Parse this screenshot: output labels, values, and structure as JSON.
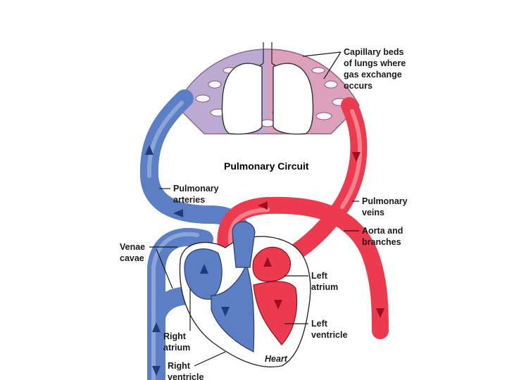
{
  "labels": {
    "capillary_beds": [
      "Capillary beds",
      "of lungs where",
      "gas exchange",
      "occurs"
    ],
    "pulmonary_circuit": "Pulmonary Circuit",
    "pulmonary_arteries": [
      "Pulmonary",
      "arteries"
    ],
    "pulmonary_veins": [
      "Pulmonary",
      "veins"
    ],
    "aorta": [
      "Aorta and",
      "branches"
    ],
    "venae_cavae": [
      "Venae",
      "cavae"
    ],
    "left_atrium": [
      "Left",
      "atrium"
    ],
    "left_ventricle": [
      "Left",
      "ventricle"
    ],
    "right_atrium": [
      "Right",
      "atrium"
    ],
    "right_ventricle": [
      "Right",
      "ventricle"
    ],
    "heart": "Heart"
  },
  "colors": {
    "deoxygenated": "#5b7ec4",
    "oxygenated": "#ec3b4f",
    "capillary": "#b27aa6"
  }
}
